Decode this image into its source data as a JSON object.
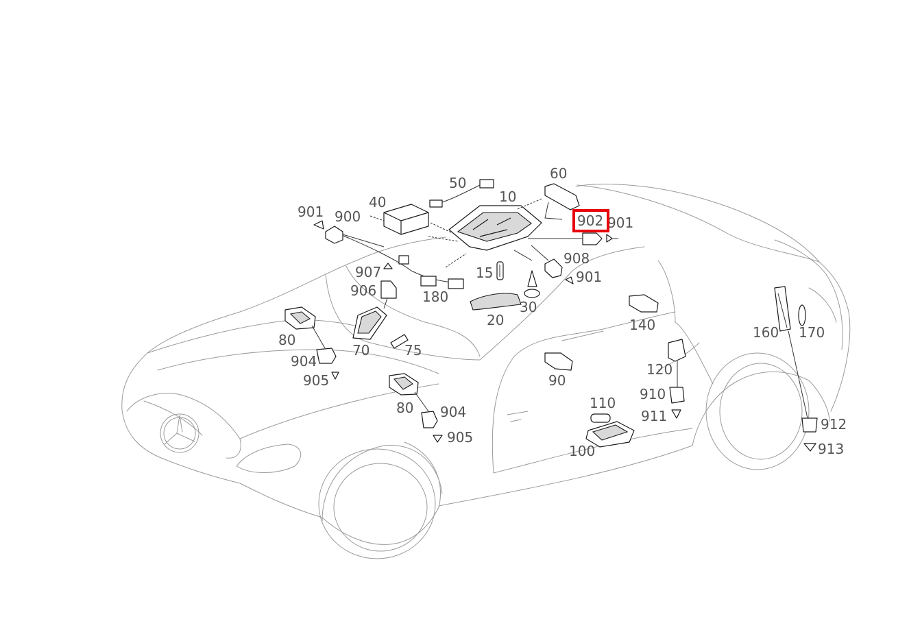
{
  "diagram": {
    "highlight_color": "#e8000b",
    "highlighted_label": "902",
    "labels": {
      "p10": "10",
      "p15": "15",
      "p20": "20",
      "p30": "30",
      "p40": "40",
      "p50": "50",
      "p60": "60",
      "p70": "70",
      "p75": "75",
      "p80a": "80",
      "p80b": "80",
      "p90": "90",
      "p100": "100",
      "p110": "110",
      "p120": "120",
      "p140": "140",
      "p160": "160",
      "p170": "170",
      "p180": "180",
      "p900": "900",
      "p901a": "901",
      "p901b": "901",
      "p901c": "901",
      "p902": "902",
      "p904a": "904",
      "p904b": "904",
      "p905a": "905",
      "p905b": "905",
      "p906": "906",
      "p907": "907",
      "p908": "908",
      "p910": "910",
      "p911": "911",
      "p912": "912",
      "p913": "913"
    }
  }
}
